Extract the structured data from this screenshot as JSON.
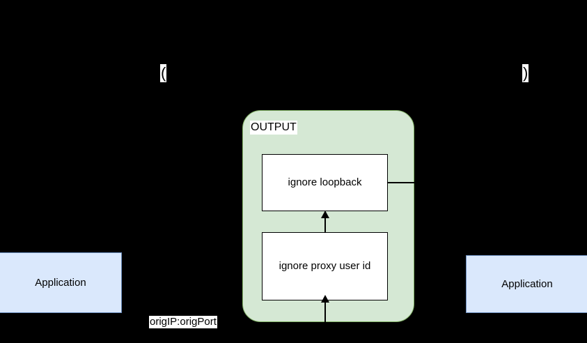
{
  "diagram": {
    "type": "flowchart",
    "background_color": "#000000",
    "groups": [
      {
        "name": "output-group",
        "label": "OUTPUT",
        "fill_color": "#d5e8d4",
        "stroke_color": "#82b366"
      }
    ],
    "nodes": [
      {
        "name": "ignore-loopback",
        "label": "ignore loopback",
        "fill_color": "#ffffff",
        "stroke_color": "#000000"
      },
      {
        "name": "ignore-proxy-user-id",
        "label": "ignore proxy user id",
        "fill_color": "#ffffff",
        "stroke_color": "#000000"
      },
      {
        "name": "application-left",
        "label": "Application",
        "fill_color": "#dae8fc",
        "stroke_color": "#6c8ebf"
      },
      {
        "name": "application-right",
        "label": "Application",
        "fill_color": "#dae8fc",
        "stroke_color": "#6c8ebf"
      }
    ],
    "edge_labels": [
      {
        "name": "orig-endpoint-label",
        "text": "origIP:origPort"
      },
      {
        "name": "paren-left-fragment",
        "text": "("
      },
      {
        "name": "paren-right-fragment",
        "text": ")"
      }
    ]
  },
  "output_group": {
    "label": "OUTPUT"
  },
  "boxes": {
    "loopback": "ignore loopback",
    "proxy_user_id": "ignore proxy user id",
    "app_left": "Application",
    "app_right": "Application"
  },
  "labels": {
    "orig_endpoint": "origIP:origPort",
    "paren_left": "(",
    "paren_right": ")"
  }
}
